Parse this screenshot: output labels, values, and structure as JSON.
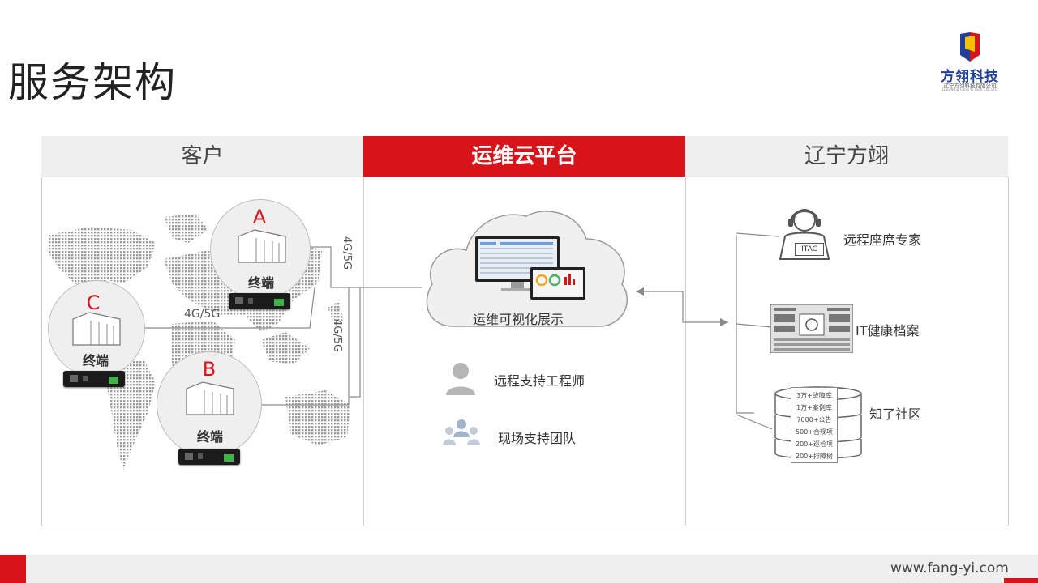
{
  "page": {
    "title": "服务架构"
  },
  "logo": {
    "name": "方翎科技",
    "company_cn": "辽宁方翎科技有限公司",
    "company_en": "Liao Ning Fang Yi Tech CO.,LTD"
  },
  "columns": {
    "customer": {
      "header": "客户"
    },
    "platform": {
      "header": "运维云平台"
    },
    "provider": {
      "header": "辽宁方翊"
    }
  },
  "customer": {
    "terminals": [
      {
        "letter": "A",
        "label": "终端"
      },
      {
        "letter": "B",
        "label": "终端"
      },
      {
        "letter": "C",
        "label": "终端"
      }
    ],
    "links": [
      "4G/5G",
      "4G/5G",
      "4G/5G"
    ]
  },
  "platform": {
    "cloud_label": "运维可视化展示",
    "items": [
      {
        "icon": "person-icon",
        "label": "远程支持工程师"
      },
      {
        "icon": "team-icon",
        "label": "现场支持团队"
      }
    ]
  },
  "provider": {
    "items": [
      {
        "icon": "headset-agent-icon",
        "label": "远程座席专家",
        "badge": "ITAC"
      },
      {
        "icon": "dashboard-icon",
        "label": "IT健康档案"
      },
      {
        "icon": "database-icon",
        "label": "知了社区"
      }
    ],
    "stack": [
      "3万+故障库",
      "1万+案例库",
      "7000+公告",
      "500+合规项",
      "200+巡检项",
      "200+排障树"
    ]
  },
  "footer": {
    "url": "www.fang-yi.com"
  },
  "colors": {
    "accent": "#d7141a",
    "header_grey": "#efefef",
    "logo_blue": "#1f3f9a"
  }
}
